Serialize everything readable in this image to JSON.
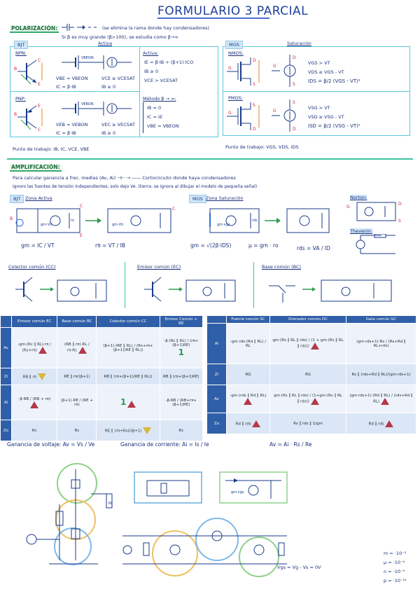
{
  "title": "FORMULARIO 3 PARCIAL",
  "polarizacion": {
    "tag": "POLARIZACIÓN:",
    "note1": "(se elimina la rama donde hay condensadores)",
    "note2": "Si β es muy grande (β>100), se estudia como β→∞",
    "bjt_tag": "BJT",
    "activa": "Activa",
    "npn": "NPN:",
    "pnp": "PNP:",
    "npn_f1": "VBE = VBEON",
    "npn_f2": "VCE ≥ VCESAT",
    "npn_f3": "IC = β·IB",
    "npn_f4": "IB ≥ 0",
    "pnp_f1": "VEB = VEBON",
    "pnp_f2": "VEC ≥ VECSAT",
    "pnp_f3": "IC = β·IB",
    "pnp_f4": "IB ≥ 0",
    "activa_title": "Activa:",
    "activa_l1": "IE = β·IB + (β+1)·ICO",
    "activa_l2": "IB ≥ 0",
    "activa_l3": "VCE > VCESAT",
    "metodo_title": "Método β → ∞:",
    "metodo_l1": "IB = 0",
    "metodo_l2": "IC = IE",
    "metodo_l3": "VBE = VBEON",
    "punto_bjt": "Punto de trabajo: IB, IC, VCE, VBE",
    "mos_tag": "MOS",
    "saturacion": "Saturación",
    "nmos": "NMOS:",
    "pmos": "PMOS:",
    "n_f1": "VGS > VT",
    "n_f2": "VDS ≥ VGS - VT",
    "n_f3": "IDS = β/2 (VGS - VT)²",
    "p_f1": "VSG > VT",
    "p_f2": "VSD ≥ VSG - VT",
    "p_f3": "ISD = β/2 (VSG - VT)²",
    "punto_mos": "Punto de trabajo: VGS, VDS, IDS"
  },
  "amplificacion": {
    "tag": "AMPLIFICACIÓN:",
    "line1": "Para calcular ganancia a frec. medias (Av, Ai) ⊣⊢ → ―― Cortocircuito donde haya condensadores",
    "line2": "Ignoro las fuentes de tensión independientes, solo dejo Ve. (tierra: se ignora al dibujar el modelo de pequeña señal)",
    "bjt_tag": "BJT",
    "zona_activa": "Zona Activa",
    "mos_tag": "MOS",
    "zona_sat": "Zona Saturación",
    "norton": "Norton:",
    "thevenin": "Thevenin:",
    "gm_bjt": "gm = IC / VT",
    "rpi": "rπ = VT / IB",
    "gm_mos": "gm = √(2β·IDS)",
    "mu": "μ = gm · ro",
    "rds": "rds = VA / ID",
    "cc": "Colector común (CC)",
    "ec": "Emisor común (EC)",
    "bc": "Base común (BC)"
  },
  "table_bjt": {
    "headers": [
      "",
      "Emisor común EC",
      "Base común BC",
      "Colector común CC",
      "Emisor Común + RE"
    ],
    "rows": [
      {
        "label": "Av",
        "cells": [
          "-gm·(Rc ∥ RL)·rπ / (Rs+rπ)",
          "(RB ∥ rπ)·RL / rπ·Rc",
          "(β+1)·(RE ∥ RL) / (Rs+rπ+(β+1)(RE ∥ RL))",
          "-β·(Rc ∥ RL) / (rπ+(β+1)RE)"
        ]
      },
      {
        "label": "Zi",
        "cells": [
          "RB ∥ rπ",
          "RE ∥ rπ/(β+1)",
          "RB ∥ (rπ+(β+1)(RE ∥ RL))",
          "RB ∥ (rπ+(β+1)RE)"
        ]
      },
      {
        "label": "Ai",
        "cells": [
          "-β·RB / (RB + rπ)",
          "(β+1)·RE / (RE + rπ)",
          "1",
          "-β·RB / (RB+rπ+(β+1)RE)"
        ]
      },
      {
        "label": "Zo",
        "cells": [
          "Rc",
          "Rc",
          "RE ∥ (rπ+Rs)/(β+1)",
          "Rc"
        ]
      }
    ]
  },
  "table_mos": {
    "headers": [
      "",
      "Fuente común SC",
      "Drenador común DC",
      "Gate común GC"
    ],
    "rows": [
      {
        "label": "Ai",
        "cells": [
          "-gm·rds·(Rd ∥ RL) / RL",
          "gm·(Rs ∥ RL ∥ rds) / (1 + gm·(Rs ∥ RL ∥ rds))",
          "(gm·rds+1)·Rs / (Rs+Rd ∥ RL+rds)"
        ]
      },
      {
        "label": "Zi",
        "cells": [
          "RG",
          "RG",
          "Rs ∥ (rds+Rd ∥ RL)/(gm·rds+1)"
        ]
      },
      {
        "label": "Av",
        "cells": [
          "-gm·(rds ∥ Rd ∥ RL)",
          "gm·(Rs ∥ RL ∥ rds) / (1+gm·(Rs ∥ RL ∥ rds))",
          "(gm·rds+1)·(Rd ∥ RL) / (rds+Rd ∥ RL)"
        ]
      },
      {
        "label": "Zo",
        "cells": [
          "Rd ∥ rds",
          "Rs ∥ rds ∥ 1/gm",
          "Rd ∥ rds"
        ]
      }
    ]
  },
  "ganancias": {
    "voltaje": "Ganancia de voltaje:  Av = Vs / Ve",
    "corriente": "Ganancia de corriente:  Ai = Is / Ie",
    "relacion": "Av = Ai · Rs / Re"
  },
  "bottom": {
    "vgs_note": "Vgs = Vg - Vs = 0V",
    "units": [
      "m = ·10⁻³",
      "μ = ·10⁻⁶",
      "n = ·10⁻⁹",
      "p = ·10⁻¹²"
    ]
  }
}
